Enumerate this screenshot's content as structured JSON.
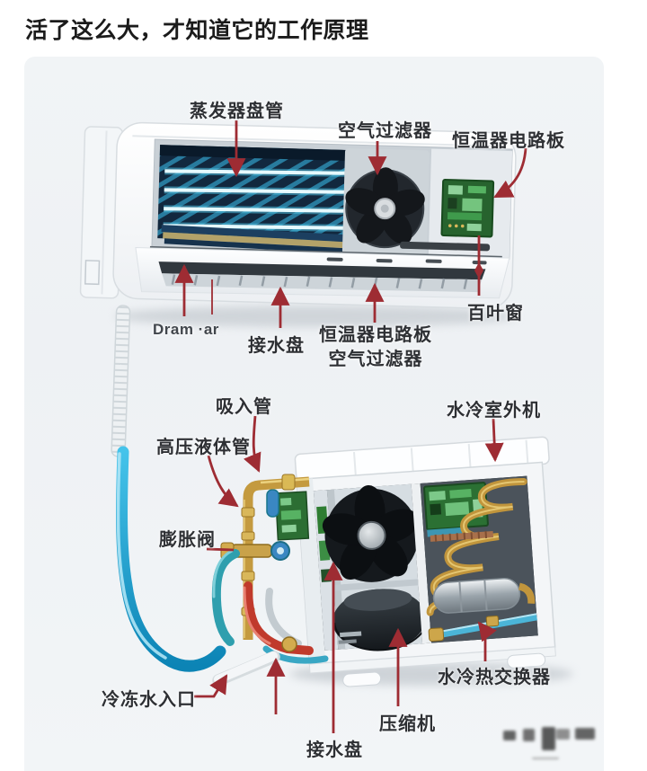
{
  "post": {
    "title": "活了这么大，才知道它的工作原理"
  },
  "figure": {
    "labels": {
      "evaporator_coil": "蒸发器盘管",
      "air_filter_top": "空气过滤器",
      "thermostat_board_top": "恒温器电路板",
      "louver": "百叶窗",
      "drain_caption": "Dram ·ar",
      "drain_pan_indoor": "接水盘",
      "combo_thermostat_board": "恒温器电路板",
      "combo_air_filter": "空气过滤器",
      "suction_pipe": "吸入管",
      "water_cooled_outdoor_unit": "水冷室外机",
      "high_pressure_liquid_pipe": "高压液体管",
      "expansion_valve": "膨胀阀",
      "chilled_water_inlet": "冷冻水入口",
      "drain_pan_outdoor": "接水盘",
      "compressor": "压缩机",
      "water_cooled_heat_exchanger": "水冷热交换器"
    },
    "colors": {
      "leader_red": "#9e2c33",
      "evaporator_navy": "#12283e",
      "evaporator_cyan": "#3fb9dd",
      "pcb_green": "#2b7033",
      "brass_gold": "#c49a3f",
      "coolant_blue": "#29a9d8",
      "teal_pipe": "#2f9fae",
      "hot_pipe_red": "#c03a2c",
      "panel_bg": "#eff2f4"
    }
  }
}
